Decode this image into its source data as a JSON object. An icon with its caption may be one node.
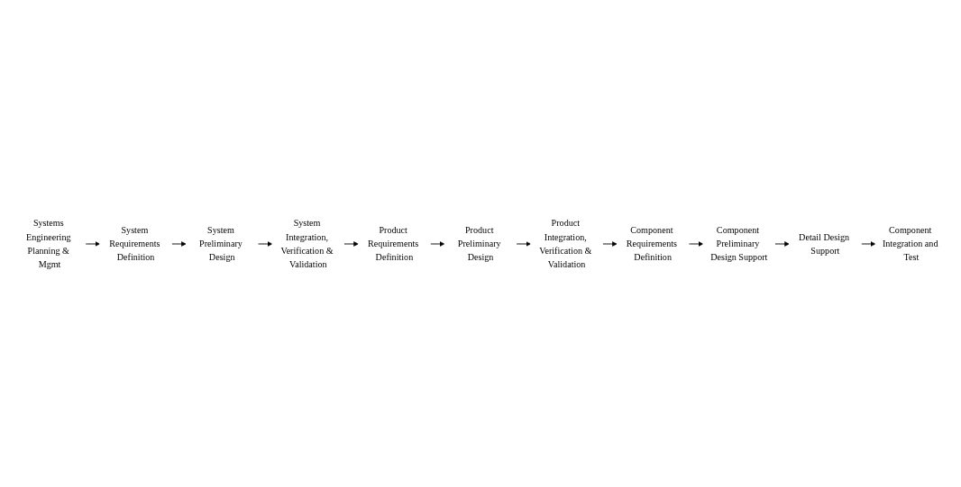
{
  "diagram": {
    "nodes": [
      {
        "text": [
          "Systems Engineering Planning & Mgmt"
        ]
      },
      {
        "text": [
          "System Requirements Definition"
        ]
      },
      {
        "text": [
          "System Preliminary Design"
        ]
      },
      {
        "text": [
          "Product Preliminary Design"
        ]
      },
      {
        "text": [
          "Product Requirements Definition"
        ]
      },
      {
        "text": [
          "System Integration, Verification & Validation"
        ]
      },
      {
        "text": [
          "Product Integration, Verification & Validation"
        ]
      },
      {
        "text": [
          "Component Requirements Definition"
        ]
      },
      {
        "text": [
          "Component Preliminary Design Support"
        ]
      },
      {
        "text": [
          "Component Integration and Test"
        ]
      },
      {
        "text": [
          "Detail Design Support"
        ]
      }
    ],
    "edges": [
      {
        "from": 0,
        "to": 1,
        "arrow": "to"
      },
      {
        "from": 1,
        "to": 2,
        "arrow": "to"
      },
      {
        "from": 2,
        "to": 5,
        "arrow": "to"
      },
      {
        "from": 5,
        "to": 4,
        "arrow": "to"
      },
      {
        "from": 4,
        "to": 3,
        "arrow": "to"
      },
      {
        "from": 3,
        "to": 6,
        "arrow": "to"
      },
      {
        "from": 6,
        "to": 7,
        "arrow": "to"
      },
      {
        "from": 7,
        "to": 8,
        "arrow": "to"
      },
      {
        "from": 8,
        "to": 10,
        "arrow": "to"
      },
      {
        "from": 10,
        "to": 9,
        "arrow": "to"
      }
    ]
  }
}
